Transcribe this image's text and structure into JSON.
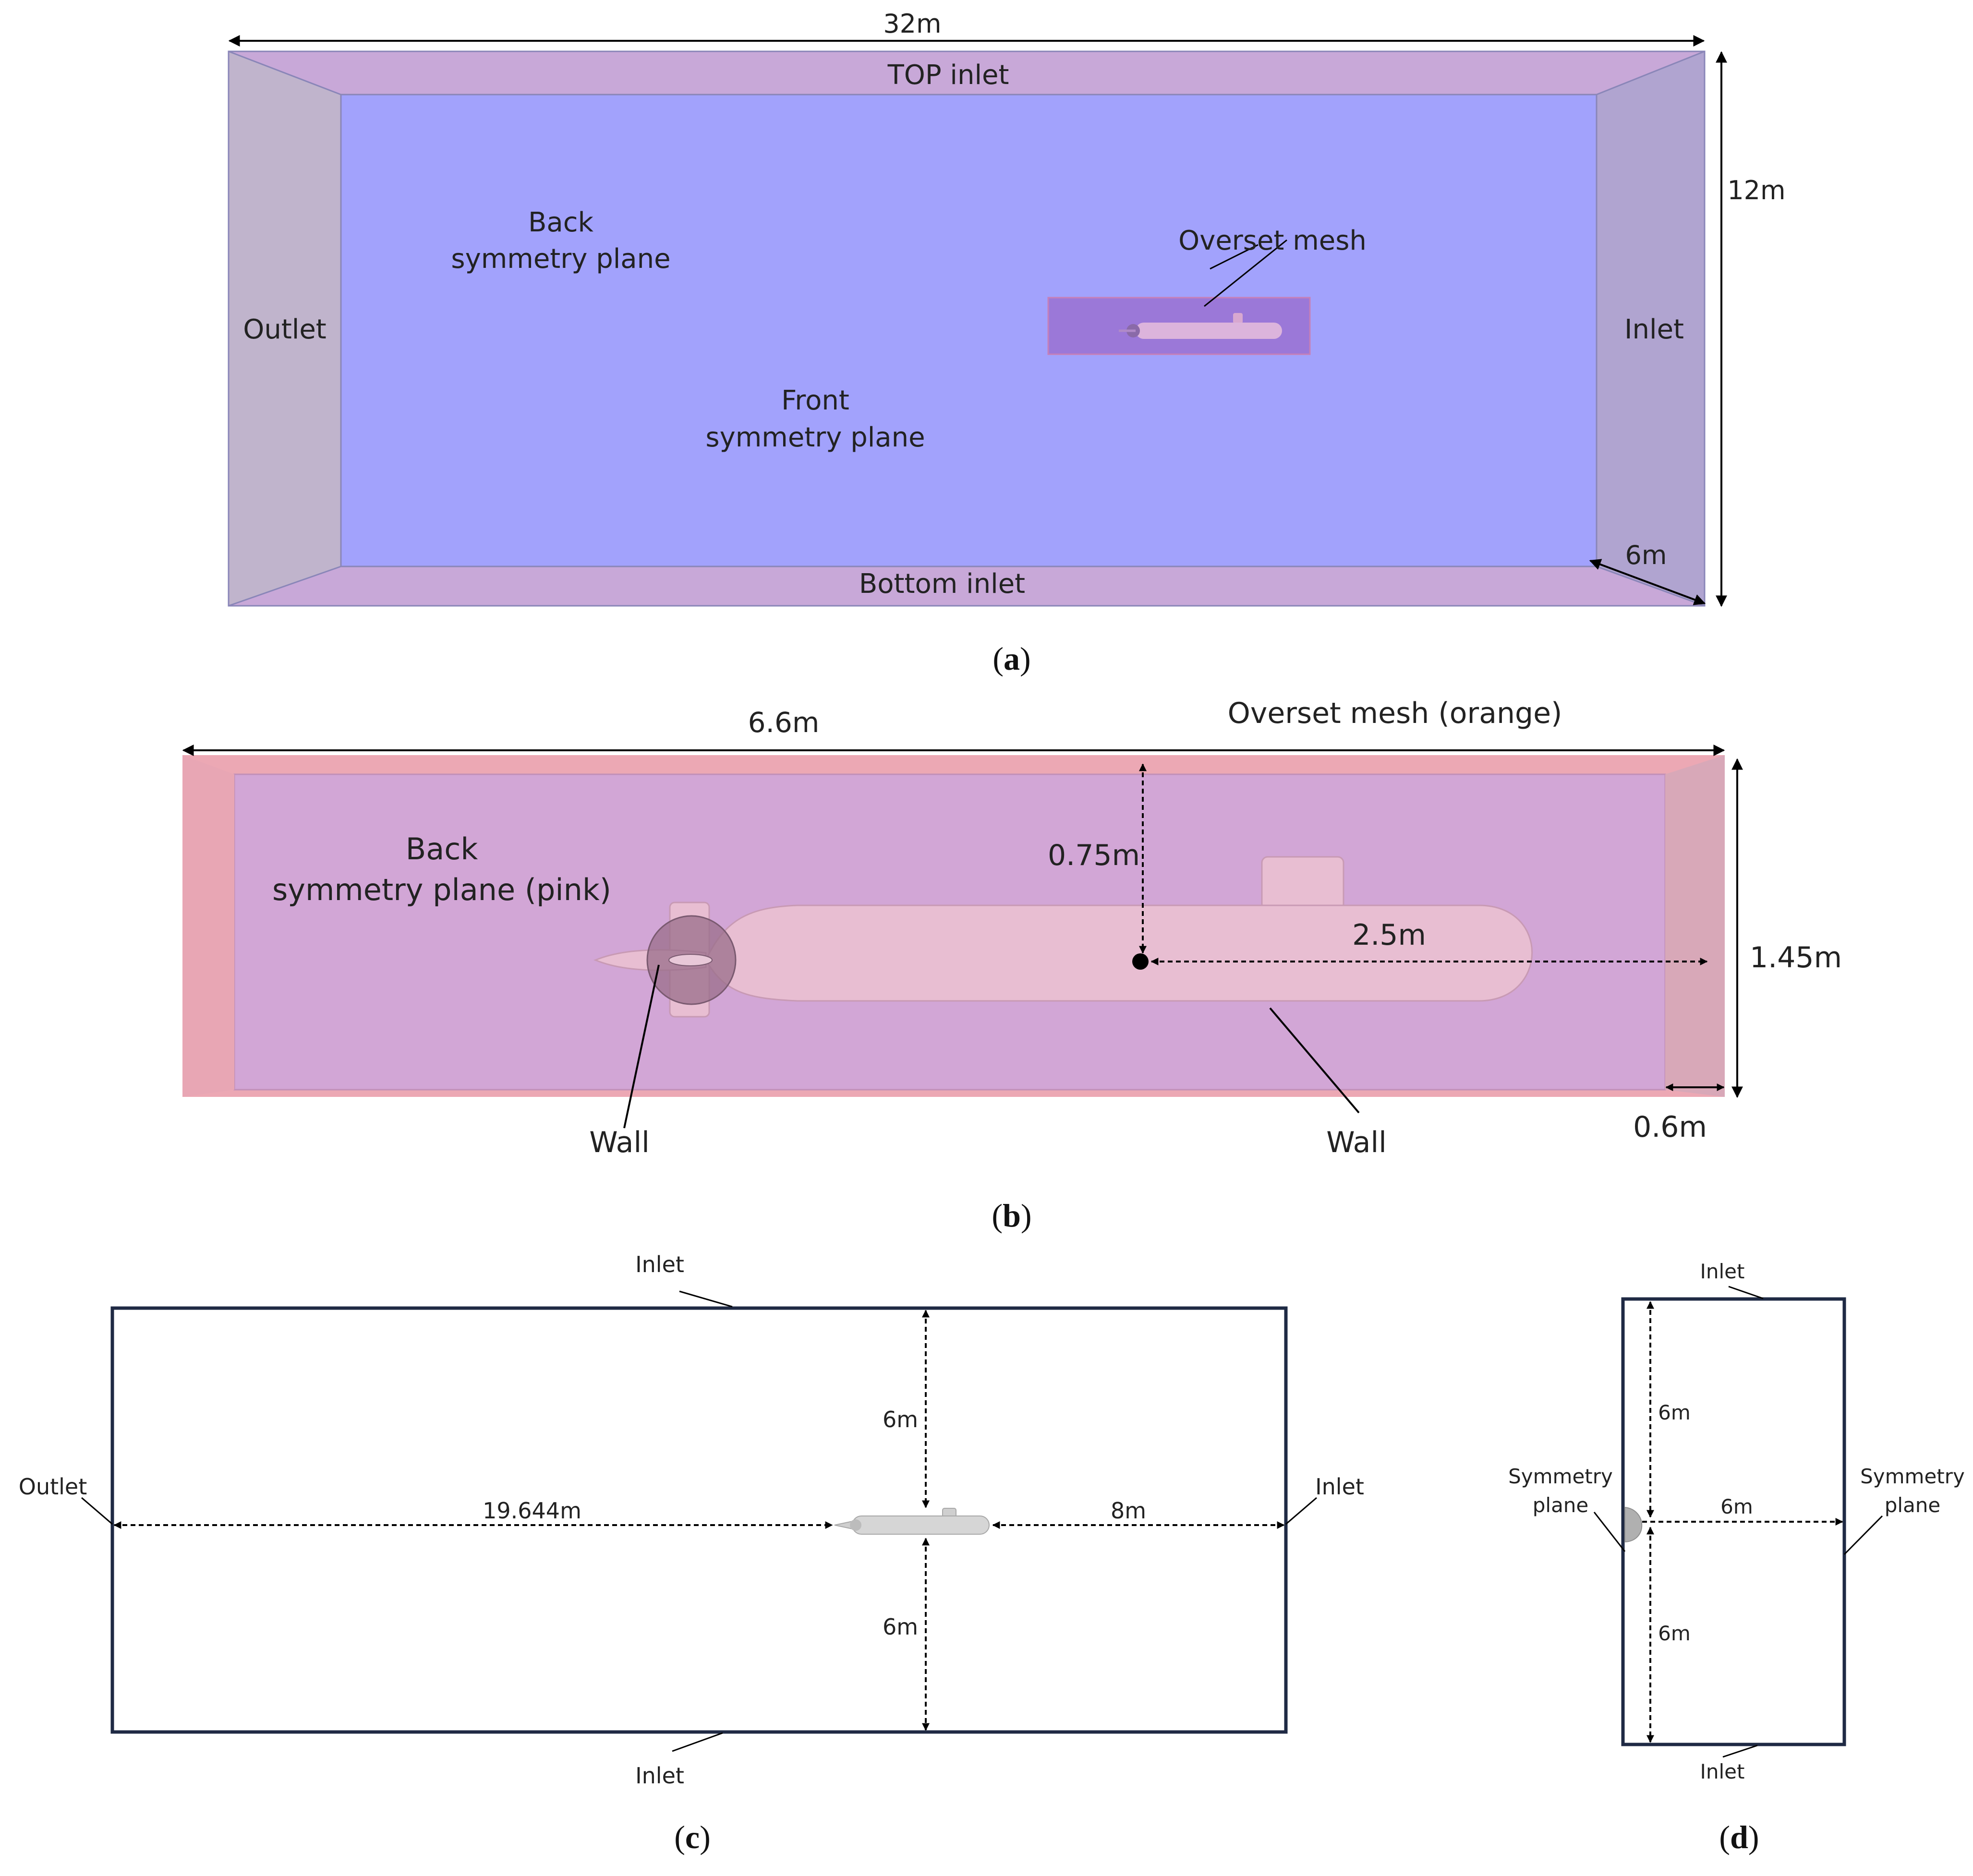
{
  "panel_a": {
    "dim_length": "32m",
    "dim_height": "12m",
    "dim_depth": "6m",
    "top": "TOP inlet",
    "bottom": "Bottom inlet",
    "outlet": "Outlet",
    "inlet": "Inlet",
    "back_l1": "Back",
    "back_l2": "symmetry plane",
    "front_l1": "Front",
    "front_l2": "symmetry plane",
    "overset": "Overset mesh",
    "caption_letter": "a"
  },
  "panel_b": {
    "dim_length": "6.6m",
    "title": "Overset mesh (orange)",
    "back_l1": "Back",
    "back_l2": "symmetry plane (pink)",
    "dim_top_gap": "0.75m",
    "dim_to_end": "2.5m",
    "dim_height": "1.45m",
    "dim_depth": "0.6m",
    "wall_left": "Wall",
    "wall_right": "Wall",
    "caption_letter": "b"
  },
  "panel_c": {
    "inlet_top": "Inlet",
    "inlet_bottom": "Inlet",
    "inlet_right": "Inlet",
    "outlet": "Outlet",
    "dim_left": "19.644m",
    "dim_right": "8m",
    "dim_up": "6m",
    "dim_down": "6m",
    "caption_letter": "c"
  },
  "panel_d": {
    "inlet_top": "Inlet",
    "inlet_bottom": "Inlet",
    "sym_left_l1": "Symmetry",
    "sym_left_l2": "plane",
    "sym_right_l1": "Symmetry",
    "sym_right_l2": "plane",
    "dim_up": "6m",
    "dim_down": "6m",
    "dim_width": "6m",
    "caption_letter": "d"
  },
  "colors": {
    "domain_face": "#a2a2fc",
    "top_bottom_face": "#c8a8d8",
    "outlet_face": "#c0b4cc",
    "inlet_face": "#b0a4d0",
    "overset_face": "#d2a6d6",
    "overset_rim": "#eca8b4",
    "hull": "#e8bed2",
    "frame": "#1f2a44"
  }
}
